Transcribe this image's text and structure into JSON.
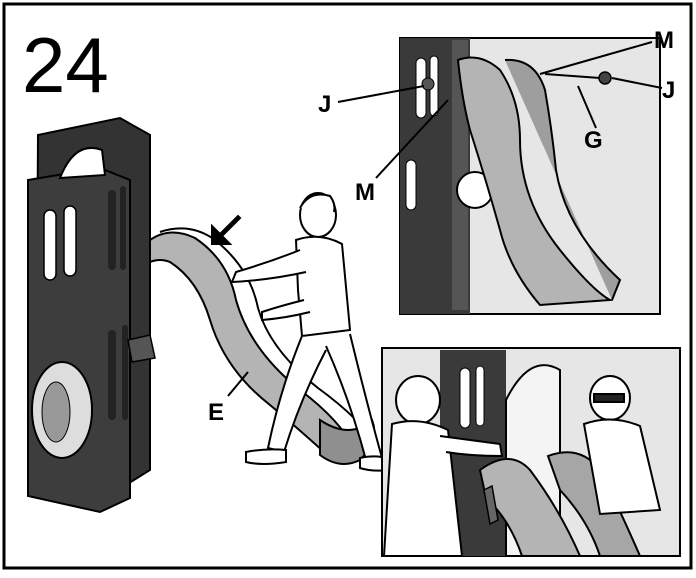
{
  "step_number": "24",
  "callouts": {
    "slide": "E",
    "detail_left_bolt": "J",
    "detail_left_washer": "M",
    "detail_right_washer": "M",
    "detail_right_bolt": "J",
    "detail_rod": "G"
  },
  "colors": {
    "frame": "#000000",
    "tower_dark": "#3a3a3a",
    "tower_mid": "#555555",
    "slide_gray": "#b4b4b4",
    "slide_shade": "#8f8f8f",
    "photo_bg": "#e6e6e6",
    "skin": "#ffffff"
  },
  "icons": {
    "direction": "arrow-down-left-icon"
  }
}
